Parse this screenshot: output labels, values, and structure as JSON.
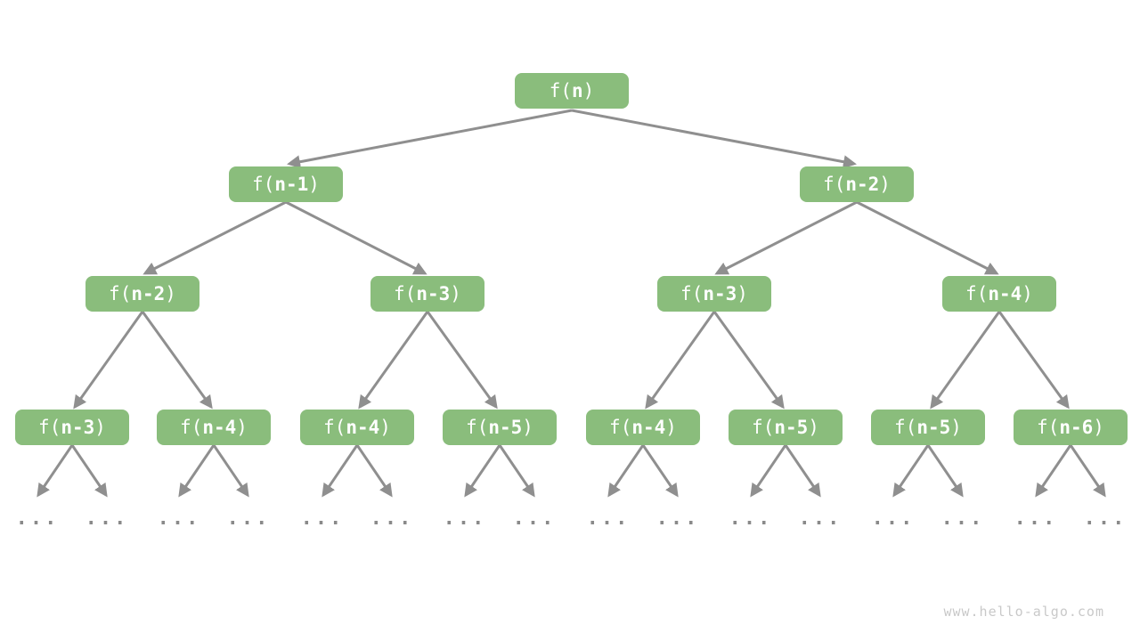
{
  "nodes": [
    {
      "label": "f(n)",
      "pre": "f(",
      "arg": "n",
      "post": ")"
    },
    {
      "label": "f(n-1)",
      "pre": "f(",
      "arg": "n-1",
      "post": ")"
    },
    {
      "label": "f(n-2)",
      "pre": "f(",
      "arg": "n-2",
      "post": ")"
    },
    {
      "label": "f(n-2)",
      "pre": "f(",
      "arg": "n-2",
      "post": ")"
    },
    {
      "label": "f(n-3)",
      "pre": "f(",
      "arg": "n-3",
      "post": ")"
    },
    {
      "label": "f(n-3)",
      "pre": "f(",
      "arg": "n-3",
      "post": ")"
    },
    {
      "label": "f(n-4)",
      "pre": "f(",
      "arg": "n-4",
      "post": ")"
    },
    {
      "label": "f(n-3)",
      "pre": "f(",
      "arg": "n-3",
      "post": ")"
    },
    {
      "label": "f(n-4)",
      "pre": "f(",
      "arg": "n-4",
      "post": ")"
    },
    {
      "label": "f(n-4)",
      "pre": "f(",
      "arg": "n-4",
      "post": ")"
    },
    {
      "label": "f(n-5)",
      "pre": "f(",
      "arg": "n-5",
      "post": ")"
    },
    {
      "label": "f(n-4)",
      "pre": "f(",
      "arg": "n-4",
      "post": ")"
    },
    {
      "label": "f(n-5)",
      "pre": "f(",
      "arg": "n-5",
      "post": ")"
    },
    {
      "label": "f(n-5)",
      "pre": "f(",
      "arg": "n-5",
      "post": ")"
    },
    {
      "label": "f(n-6)",
      "pre": "f(",
      "arg": "n-6",
      "post": ")"
    }
  ],
  "ellipsis": "...",
  "watermark": "www.hello-algo.com",
  "colors": {
    "background": "#FFFFFF",
    "node_fill": "#8ABD7C",
    "node_text": "#FFFFFF",
    "arrow": "#8F8F8F",
    "ellipsis": "#8A8A8A",
    "watermark": "#C9C9C9"
  }
}
